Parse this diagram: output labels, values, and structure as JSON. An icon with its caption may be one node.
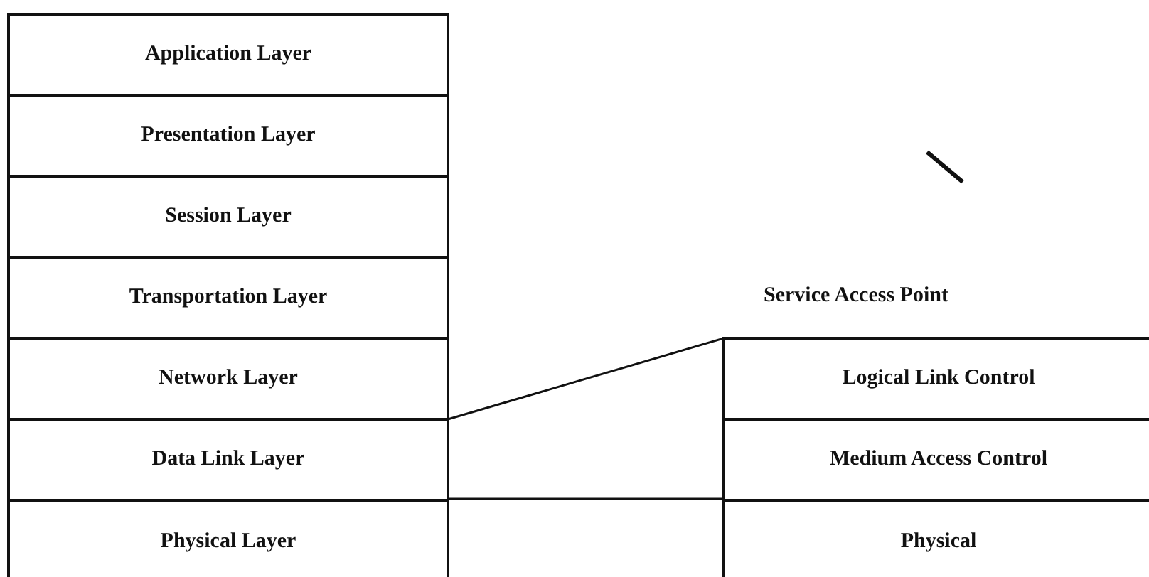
{
  "diagram": {
    "nodes": [
      {
        "text": [
          "Application Layer"
        ]
      },
      {
        "text": [
          "Presentation Layer"
        ]
      },
      {
        "text": [
          "Session Layer"
        ]
      },
      {
        "text": [
          "Transportation Layer"
        ]
      },
      {
        "text": [
          "Network Layer"
        ]
      },
      {
        "text": [
          "Data Link Layer"
        ]
      },
      {
        "text": [
          "Physical Layer"
        ]
      },
      {
        "text": [
          "Logical Link Control"
        ]
      },
      {
        "text": [
          "Medium Access Control"
        ]
      },
      {
        "text": [
          "Physical"
        ]
      }
    ],
    "edges": [
      {
        "from": 5,
        "to": 7,
        "arrow": "none"
      },
      {
        "from": 5,
        "to": 8,
        "arrow": "none"
      }
    ],
    "labels": [
      "Service Access Point"
    ]
  }
}
